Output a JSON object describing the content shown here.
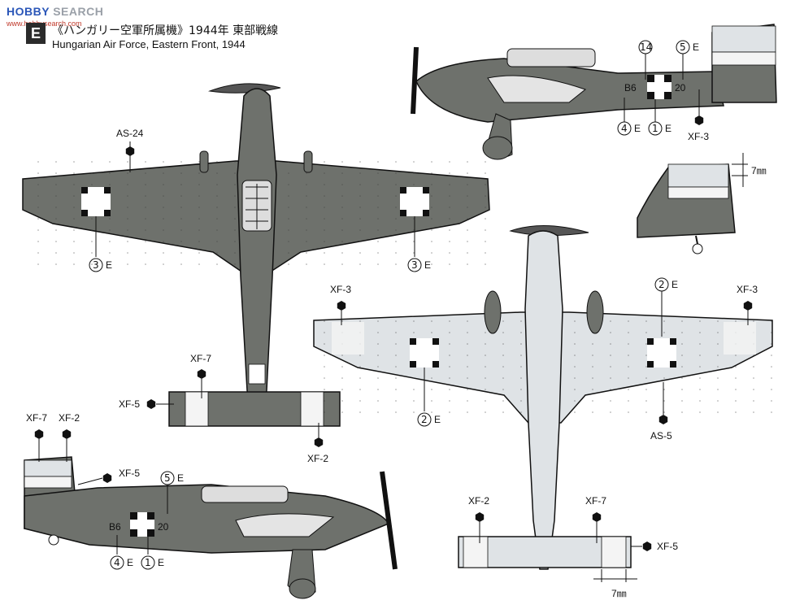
{
  "watermark": {
    "site": "HOBBY",
    "suffix": "SEARCH",
    "url": "www.hobbysearch.com"
  },
  "header": {
    "scheme_letter": "E",
    "title_jp": "《ハンガリー空軍所属機》1944年 東部戦線",
    "title_en": "Hungarian Air Force, Eastern Front, 1944"
  },
  "paints": {
    "as24": "AS-24",
    "as5": "AS-5",
    "xf3": "XF-3",
    "xf7": "XF-7",
    "xf5": "XF-5",
    "xf2": "XF-2"
  },
  "decals": {
    "d1": "1",
    "d2": "2",
    "d3": "3",
    "d4": "4",
    "d5": "5",
    "d14": "14",
    "suffix": "E",
    "codes": "B6",
    "codes_tail": "20"
  },
  "dimension": {
    "label": "7㎜"
  },
  "colors": {
    "dark_green": "#6e716c",
    "light_blue": "#dfe3e6",
    "yellow_band": "#f4f4f4",
    "outline": "#1a1a1a",
    "white_band": "#ffffff"
  }
}
